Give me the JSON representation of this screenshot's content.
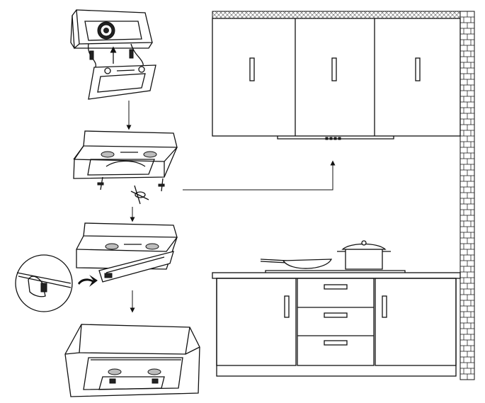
{
  "diagram": {
    "type": "installation-illustration",
    "steps": [
      {
        "id": 1,
        "description": "connect-wires"
      },
      {
        "id": 2,
        "description": "screw-hood-into-cabinet"
      },
      {
        "id": 3,
        "description": "attach-front-panel"
      },
      {
        "id": 4,
        "description": "installed-in-cabinet"
      }
    ],
    "colors": {
      "line": "#111111",
      "brick": "#ffffff",
      "hatch": "#555555"
    }
  }
}
